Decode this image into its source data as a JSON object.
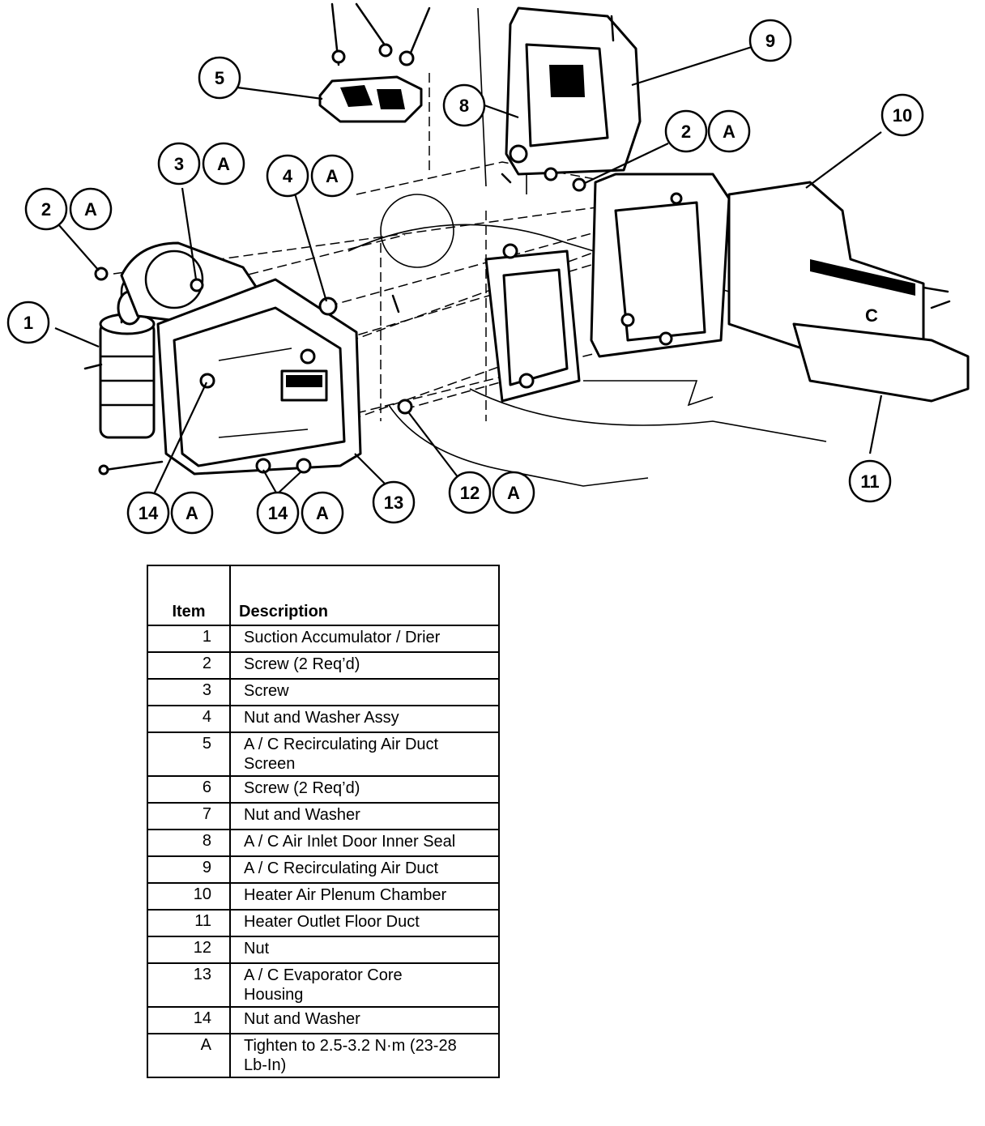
{
  "diagram": {
    "callouts": [
      {
        "id": "1",
        "name": "callout-1"
      },
      {
        "id": "2",
        "name": "callout-2-left",
        "tag": "A"
      },
      {
        "id": "3",
        "name": "callout-3",
        "tag": "A"
      },
      {
        "id": "4",
        "name": "callout-4",
        "tag": "A"
      },
      {
        "id": "5",
        "name": "callout-5"
      },
      {
        "id": "8",
        "name": "callout-8"
      },
      {
        "id": "9",
        "name": "callout-9"
      },
      {
        "id": "2",
        "name": "callout-2-right",
        "tag": "A"
      },
      {
        "id": "10",
        "name": "callout-10"
      },
      {
        "id": "11",
        "name": "callout-11"
      },
      {
        "id": "12",
        "name": "callout-12",
        "tag": "A"
      },
      {
        "id": "13",
        "name": "callout-13"
      },
      {
        "id": "14",
        "name": "callout-14-left",
        "tag": "A"
      },
      {
        "id": "14",
        "name": "callout-14-bottom",
        "tag": "A"
      }
    ],
    "part_labels": {
      "duct_c": "C"
    }
  },
  "table": {
    "headers": {
      "item": "Item",
      "description": "Description"
    },
    "rows": [
      {
        "item": "1",
        "description": "Suction Accumulator / Drier"
      },
      {
        "item": "2",
        "description": "Screw (2 Req’d)"
      },
      {
        "item": "3",
        "description": "Screw"
      },
      {
        "item": "4",
        "description": "Nut and Washer Assy"
      },
      {
        "item": "5",
        "description": "A / C Recirculating Air Duct\nScreen"
      },
      {
        "item": "6",
        "description": "Screw (2 Req’d)"
      },
      {
        "item": "7",
        "description": "Nut and Washer"
      },
      {
        "item": "8",
        "description": "A / C Air Inlet Door Inner Seal"
      },
      {
        "item": "9",
        "description": "A / C Recirculating Air Duct"
      },
      {
        "item": "10",
        "description": "Heater Air Plenum Chamber"
      },
      {
        "item": "11",
        "description": "Heater Outlet Floor Duct"
      },
      {
        "item": "12",
        "description": "Nut"
      },
      {
        "item": "13",
        "description": "A / C Evaporator Core\nHousing"
      },
      {
        "item": "14",
        "description": "Nut and Washer"
      },
      {
        "item": "A",
        "description": "Tighten to 2.5-3.2 N·m (23-28\nLb-In)"
      }
    ]
  }
}
